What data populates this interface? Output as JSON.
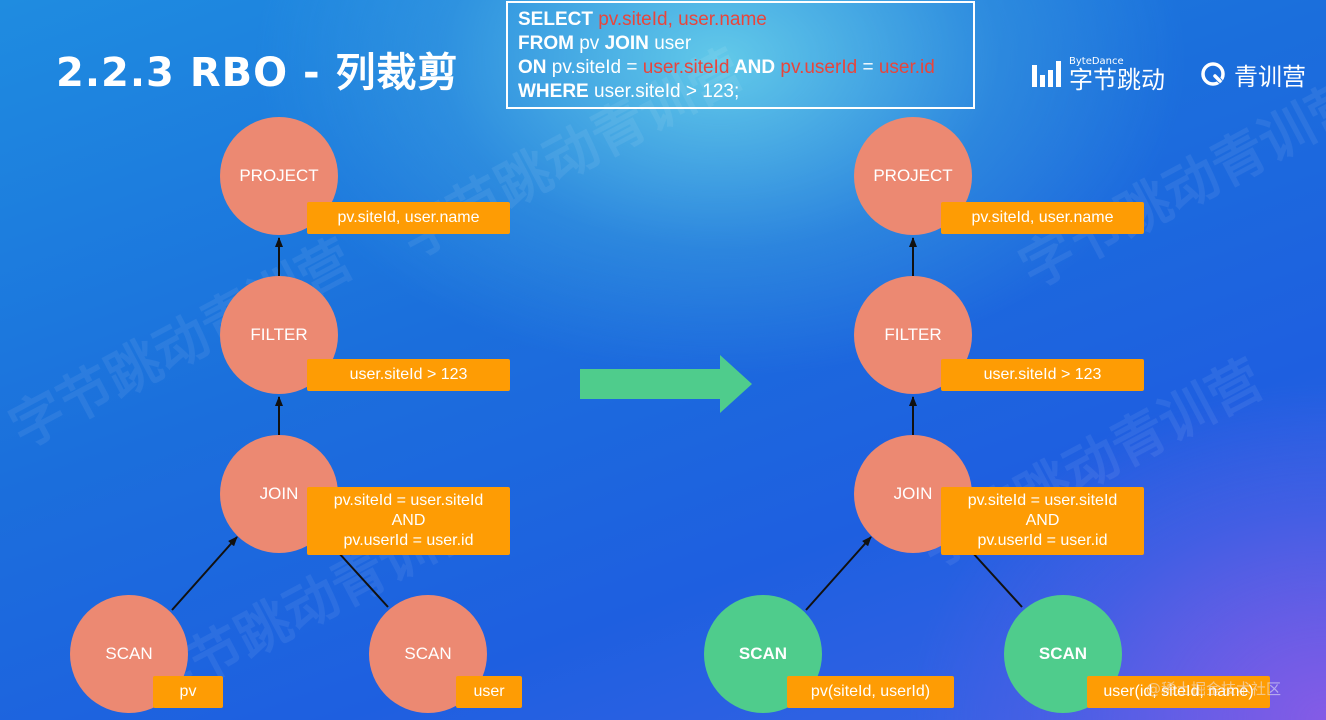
{
  "slide": {
    "title": "2.2.3  RBO - 列裁剪"
  },
  "sql": {
    "line1": [
      {
        "text": "SELECT ",
        "style": "kw"
      },
      {
        "text": "pv.siteId, user.name",
        "style": "hl"
      }
    ],
    "line2": [
      {
        "text": "FROM",
        "style": "kw"
      },
      {
        "text": " pv ",
        "style": "plain"
      },
      {
        "text": "JOIN",
        "style": "kw"
      },
      {
        "text": " user",
        "style": "plain"
      }
    ],
    "line3": [
      {
        "text": "ON",
        "style": "kw"
      },
      {
        "text": " pv.siteId = ",
        "style": "plain"
      },
      {
        "text": "user.siteId",
        "style": "hl"
      },
      {
        "text": " AND ",
        "style": "kw"
      },
      {
        "text": "pv.userId",
        "style": "hl"
      },
      {
        "text": " = ",
        "style": "plain"
      },
      {
        "text": "user.id",
        "style": "hl"
      }
    ],
    "line4": [
      {
        "text": "WHERE",
        "style": "kw"
      },
      {
        "text": " user.siteId > 123;",
        "style": "plain"
      }
    ]
  },
  "brand": {
    "bytedance_small": "ByteDance",
    "bytedance_name": "字节跳动",
    "camp_name": "青训营"
  },
  "watermark_text": "字节跳动青训营",
  "left_plan": {
    "project": {
      "name": "PROJECT",
      "label": "pv.siteId, user.name"
    },
    "filter": {
      "name": "FILTER",
      "label": "user.siteId > 123"
    },
    "join": {
      "name": "JOIN",
      "label_lines": [
        "pv.siteId = user.siteId",
        "AND",
        "pv.userId = user.id"
      ]
    },
    "scan_pv": {
      "name": "SCAN",
      "label": "pv"
    },
    "scan_user": {
      "name": "SCAN",
      "label": "user"
    }
  },
  "right_plan": {
    "project": {
      "name": "PROJECT",
      "label": "pv.siteId, user.name"
    },
    "filter": {
      "name": "FILTER",
      "label": "user.siteId > 123"
    },
    "join": {
      "name": "JOIN",
      "label_lines": [
        "pv.siteId = user.siteId",
        "AND",
        "pv.userId = user.id"
      ]
    },
    "scan_pv": {
      "name": "SCAN",
      "label": "pv(siteId, userId)"
    },
    "scan_user": {
      "name": "SCAN",
      "label": "user(id, siteId, name)"
    }
  },
  "footer_watermark": "@稀土掘金技术社区",
  "colors": {
    "node_red": "#ec8972",
    "node_green": "#4fcc8c",
    "label_orange": "#fe9c04",
    "arrow_green": "#4fcc8c",
    "sql_highlight": "#e8453c"
  }
}
